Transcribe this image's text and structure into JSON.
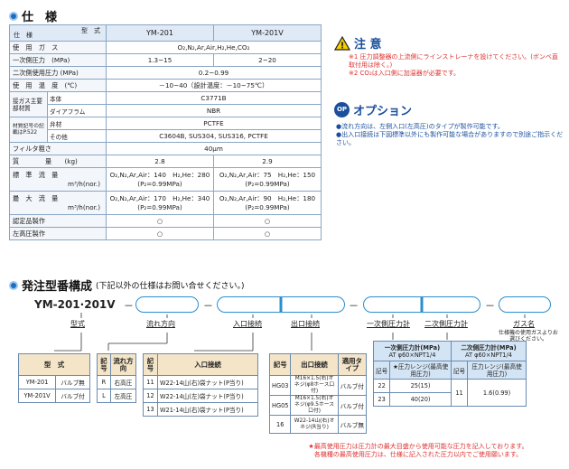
{
  "spec": {
    "title": "仕　様",
    "corner_top": "型　式",
    "corner_bottom": "仕　様",
    "models": [
      "YM-201",
      "YM-201V"
    ],
    "rows": [
      {
        "label": "使　用　ガ　ス",
        "v1": "O₂,N₂,Ar,Air,H₂,He,CO₂"
      },
      {
        "label": "一次側圧力　(MPa)",
        "a": "1.3~15",
        "b": "2~20"
      },
      {
        "label": "二次側使用圧力 (MPa)",
        "v1": "0.2~0.99"
      },
      {
        "label": "使　用　温　度　(℃)",
        "v1": "－10~40（設計温度：－10~75℃）"
      }
    ],
    "mat_group1": "接ガス主要部材質",
    "mat_group2": "材質記号の記載はP.522",
    "mats": [
      {
        "sub": "本体",
        "v": "C3771B"
      },
      {
        "sub": "ダイアフラム",
        "v": "NBR"
      },
      {
        "sub": "弁材",
        "v": "PCTFE"
      },
      {
        "sub": "その他",
        "v": "C3604B, SUS304, SUS316, PCTFE"
      }
    ],
    "filter_label": "フィルタ粗さ",
    "filter": "40μm",
    "mass_label": "質　　　　量　　(kg)",
    "mass": [
      "2.8",
      "2.9"
    ],
    "std_label": "標　準　流　量",
    "flow_unit": "m³/h(nor.)",
    "std": [
      "O₂,N₂,Ar,Air：140　H₂,He：280",
      "O₂,N₂,Ar,Air：75　H₂,He：150"
    ],
    "max_label": "最　大　流　量",
    "max": [
      "O₂,N₂,Ar,Air：170　H₂,He：340",
      "O₂,N₂,Ar,Air：90　H₂,He：180"
    ],
    "p2": "(P₂=0.99MPa)",
    "cert_label": "認定品製作",
    "left_label": "左高圧製作",
    "mark": "○"
  },
  "caution": {
    "title": "注 意",
    "n1": "※1 圧力調整器の上流側にラインストレーナを設けてください。(ボンベ直取付用は除く。)",
    "n2": "※2 CO₂は入口側に加温器が必要です。"
  },
  "option": {
    "badge": "OP",
    "title": "オプション",
    "o1": "●流れ方向は、左側入口(左高圧)のタイプが製作可能です。",
    "o2": "●出入口接続は下図標準以外にも製作可能な場合がありますので別途ご指示ください。"
  },
  "order": {
    "title": "発注型番構成",
    "note": "(下記以外の仕様はお問い合せください。)",
    "model": "YM-201·201V",
    "dash": "－",
    "lbl_type": "型式",
    "lbl_flow": "流れ方向",
    "lbl_in": "入口接続",
    "lbl_out": "出口接続",
    "lbl_p1": "一次側圧力計",
    "lbl_p2": "二次側圧力計",
    "lbl_gas": "ガス名",
    "gas_note": "仕様機の使用ガスよりお選びください。",
    "t1": {
      "h": "型　式",
      "rows": [
        [
          "YM-201",
          "バルブ無"
        ],
        [
          "YM-201V",
          "バルブ付"
        ]
      ]
    },
    "t2": {
      "h1": "記号",
      "h2": "流れ方向",
      "rows": [
        [
          "R",
          "右高圧"
        ],
        [
          "L",
          "左高圧"
        ]
      ]
    },
    "t3": {
      "h1": "記号",
      "h2": "入口接続",
      "rows": [
        [
          "11",
          "W22-14山(右)袋ナット(P当り)"
        ],
        [
          "12",
          "W22-14山(左)袋ナット(P当り)"
        ],
        [
          "13",
          "W21-14山(右)袋ナット(P当り)"
        ]
      ]
    },
    "t4": {
      "h1": "記号",
      "h2": "出口接続",
      "h3": "適用タイプ",
      "rows": [
        [
          "HG03",
          "M16×1.5(右)オネジ(φ8ホース口付)",
          "バルブ付"
        ],
        [
          "HG05",
          "M16×1.5(右)オネジ(φ9.5ホース口付)",
          "バルブ付"
        ],
        [
          "16",
          "W22-14山(右)オネジ(R当り)",
          "バルブ無"
        ]
      ]
    },
    "t5": {
      "h1": "一次側圧力計(MPa)",
      "h1b": "AT φ60×NPT1/4",
      "h2": "二次側圧力計(MPa)",
      "h2b": "AT φ60×NPT1/4",
      "k": "記号",
      "r1": "★圧力レンジ(最高使用圧力)",
      "r2": "圧力レンジ(最高使用圧力)",
      "rows": [
        [
          "22",
          "25(15)"
        ],
        [
          "23",
          "40(20)"
        ]
      ],
      "p2code": "11",
      "p2val": "1.6(0.99)"
    },
    "foot1": "★最高使用圧力は圧力計の最大目盛から使用可能な圧力を記入しております。",
    "foot2": "各機種の最高使用圧力は、仕様に記入された圧力以内でご使用願います。"
  }
}
